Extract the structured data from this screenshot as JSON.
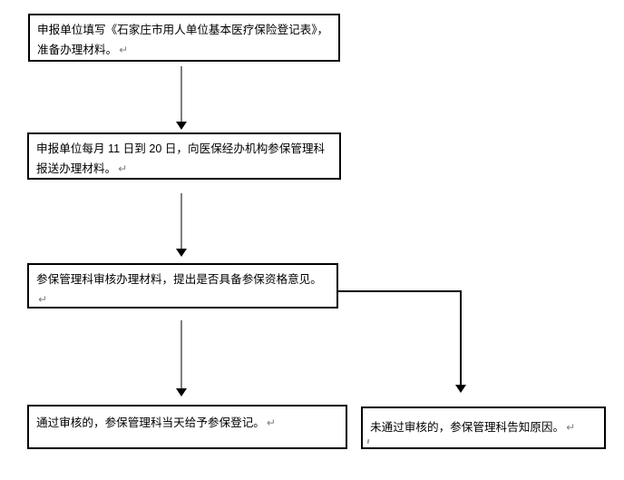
{
  "flowchart": {
    "return_mark": "↵",
    "nodes": [
      {
        "id": "step-1",
        "text": "申报单位填写《石家庄市用人单位基本医疗保险登记表》，准备办理材料。"
      },
      {
        "id": "step-2",
        "text": "申报单位每月 11 日到 20 日，向医保经办机构参保管理科报送办理材料。"
      },
      {
        "id": "step-3",
        "text": "参保管理科审核办理材料，提出是否具备参保资格意见。"
      },
      {
        "id": "step-4",
        "text": "通过审核的，参保管理科当天给予参保登记。"
      },
      {
        "id": "step-5",
        "text": "未通过审核的，参保管理科告知原因。"
      }
    ],
    "connectors": [
      {
        "from": "step-1",
        "to": "step-2",
        "type": "straight-arrow"
      },
      {
        "from": "step-2",
        "to": "step-3",
        "type": "straight-arrow"
      },
      {
        "from": "step-3",
        "to": "step-4",
        "type": "straight-arrow"
      },
      {
        "from": "step-3",
        "to": "step-5",
        "type": "elbow-arrow"
      }
    ],
    "colors": {
      "background": "#ffffff",
      "node_border": "#000000",
      "node_fill": "#ffffff",
      "text": "#000000",
      "arrow_shaft": "#808080",
      "elbow_line": "#000000",
      "arrowhead": "#000000",
      "return_mark": "#808080"
    }
  }
}
